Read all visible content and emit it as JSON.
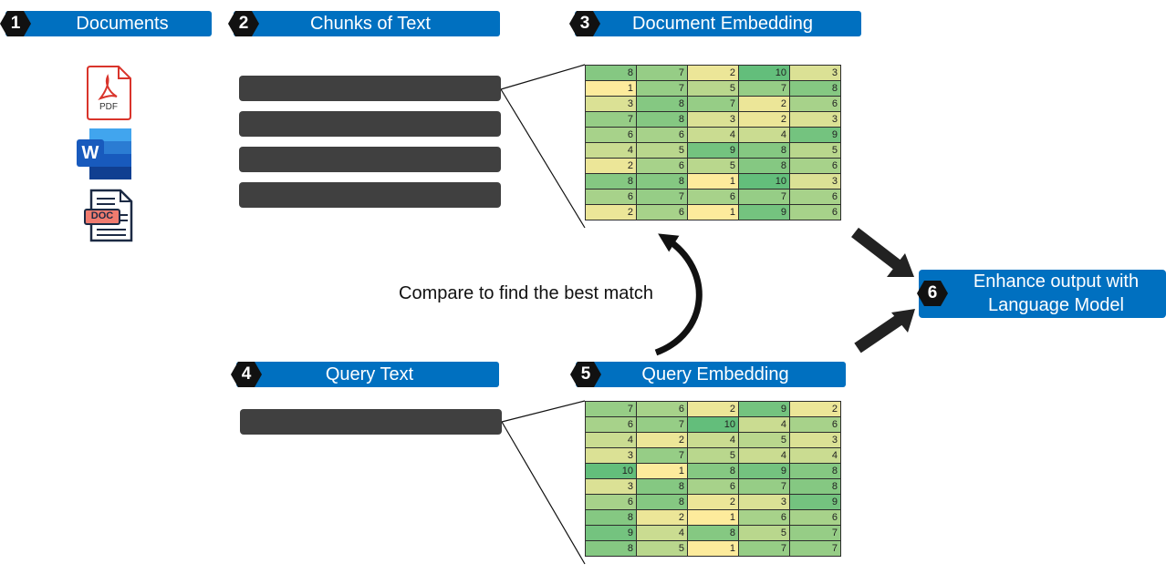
{
  "steps": {
    "s1": {
      "num": "1",
      "label": "Documents"
    },
    "s2": {
      "num": "2",
      "label": "Chunks of Text"
    },
    "s3": {
      "num": "3",
      "label": "Document Embedding"
    },
    "s4": {
      "num": "4",
      "label": "Query Text"
    },
    "s5": {
      "num": "5",
      "label": "Query Embedding"
    },
    "s6": {
      "num": "6",
      "label_line1": "Enhance output with",
      "label_line2": "Language Model"
    }
  },
  "compare_caption": "Compare to find the best match",
  "icons": {
    "pdf": {
      "name": "pdf-file-icon",
      "text": "PDF"
    },
    "word": {
      "name": "word-file-icon",
      "text": "W"
    },
    "doc": {
      "name": "doc-file-icon",
      "text": "DOC"
    }
  },
  "colors": {
    "header_blue": "#0070c0",
    "chunk_gray": "#404040",
    "heat_low": "#fdeb9c",
    "heat_high": "#63be7b"
  },
  "document_embedding": [
    [
      8,
      7,
      2,
      10,
      3
    ],
    [
      1,
      7,
      5,
      7,
      8
    ],
    [
      3,
      8,
      7,
      2,
      6
    ],
    [
      7,
      8,
      3,
      2,
      3
    ],
    [
      6,
      6,
      4,
      4,
      9
    ],
    [
      4,
      5,
      9,
      8,
      5
    ],
    [
      2,
      6,
      5,
      8,
      6
    ],
    [
      8,
      8,
      1,
      10,
      3
    ],
    [
      6,
      7,
      6,
      7,
      6
    ],
    [
      2,
      6,
      1,
      9,
      6
    ]
  ],
  "query_embedding": [
    [
      7,
      6,
      2,
      9,
      2
    ],
    [
      6,
      7,
      10,
      4,
      6
    ],
    [
      4,
      2,
      4,
      5,
      3
    ],
    [
      3,
      7,
      5,
      4,
      4
    ],
    [
      10,
      1,
      8,
      9,
      8
    ],
    [
      3,
      8,
      6,
      7,
      8
    ],
    [
      6,
      8,
      2,
      3,
      9
    ],
    [
      8,
      2,
      1,
      6,
      6
    ],
    [
      9,
      4,
      8,
      5,
      7
    ],
    [
      8,
      5,
      1,
      7,
      7
    ]
  ]
}
